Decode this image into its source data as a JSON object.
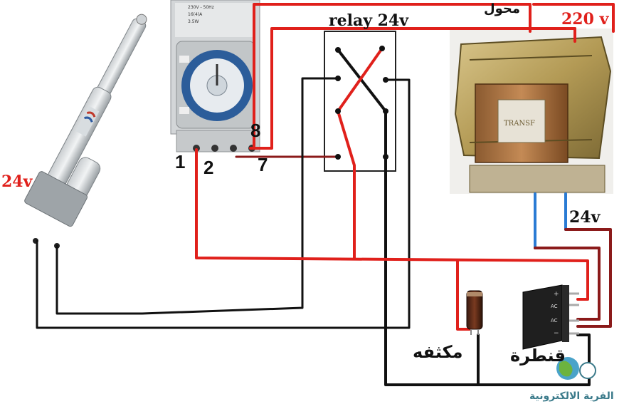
{
  "labels": {
    "ac_voltage": "220 v",
    "transformer": "محول",
    "relay": "relay  24v",
    "actuator_voltage": "24v",
    "dc_voltage": "24v",
    "capacitor": "مكثفه",
    "bridge": "قنطرة",
    "watermark": "القرية الالكترونية"
  },
  "timer": {
    "terminal_1": "1",
    "terminal_2": "2",
    "terminal_7": "7",
    "terminal_8": "8",
    "specs": [
      "230V - 50Hz",
      "16(4)A",
      "3.5W"
    ]
  },
  "bridge_marks": [
    "+",
    "AC",
    "AC",
    "−"
  ],
  "colors": {
    "red_wire": "#e0201b",
    "dark_red_wire": "#8b1a1a",
    "black_wire": "#111111",
    "blue_wire": "#2a7bd4"
  }
}
